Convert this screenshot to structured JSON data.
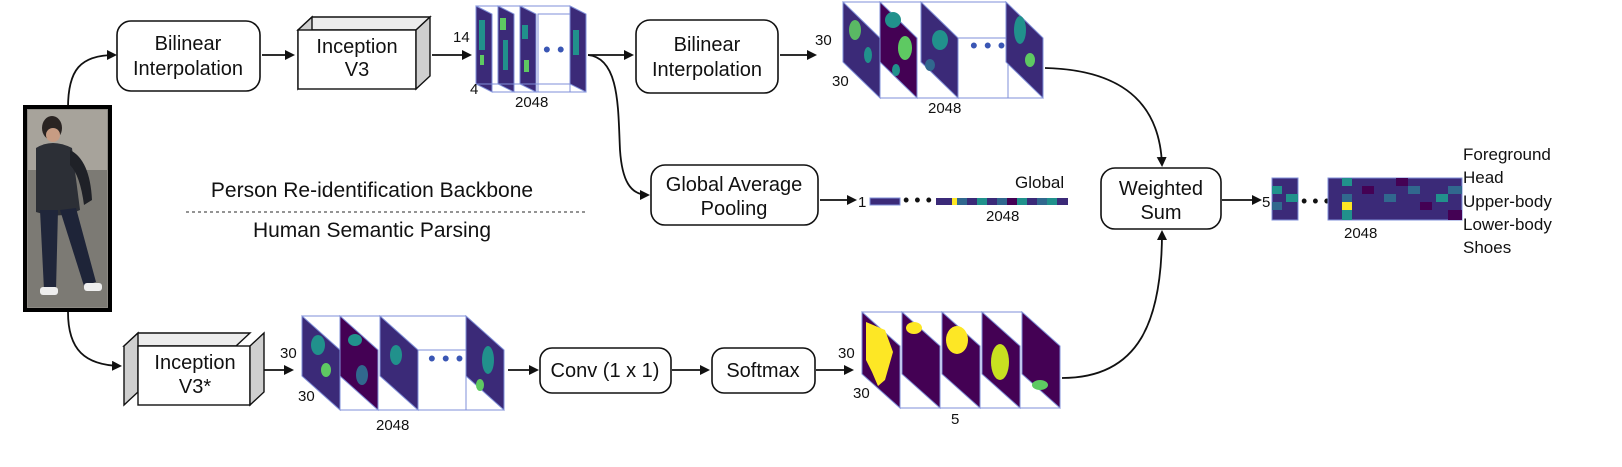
{
  "nodes": {
    "bilinear_1": [
      "Bilinear",
      "Interpolation"
    ],
    "inception_top": [
      "Inception",
      "V3"
    ],
    "bilinear_2": [
      "Bilinear",
      "Interpolation"
    ],
    "global_avg_pool": [
      "Global Average",
      "Pooling"
    ],
    "weighted_sum": [
      "Weighted",
      "Sum"
    ],
    "inception_bottom": [
      "Inception",
      "V3*"
    ],
    "conv": "Conv (1 x 1)",
    "softmax": "Softmax"
  },
  "sections": {
    "top": "Person Re-identification Backbone",
    "bottom": "Human Semantic Parsing"
  },
  "dims": {
    "fm_small_h": "14",
    "fm_small_w": "4",
    "fm_small_c": "2048",
    "fm_up_h": "30",
    "fm_up_w": "30",
    "fm_up_c": "2048",
    "global_rows": "1",
    "global_cols": "2048",
    "global_label": "Global",
    "fm_bottom_h": "30",
    "fm_bottom_w": "30",
    "fm_bottom_c": "2048",
    "prob_h": "30",
    "prob_w": "30",
    "prob_c": "5",
    "out_rows": "5",
    "out_cols": "2048"
  },
  "output_labels": [
    "Foreground",
    "Head",
    "Upper-body",
    "Lower-body",
    "Shoes"
  ],
  "ellipsis": "• • •",
  "colors": {
    "viridis_dark": "#440154",
    "viridis_navy": "#3b2a78",
    "viridis_blue": "#31688e",
    "viridis_teal": "#21918c",
    "viridis_green": "#5ec962",
    "viridis_yellow": "#fde725",
    "frame": "#7f8fd8",
    "dots": "#3a56b4"
  },
  "icons": {
    "input_image": "person-photo",
    "cube": "3d-block"
  }
}
